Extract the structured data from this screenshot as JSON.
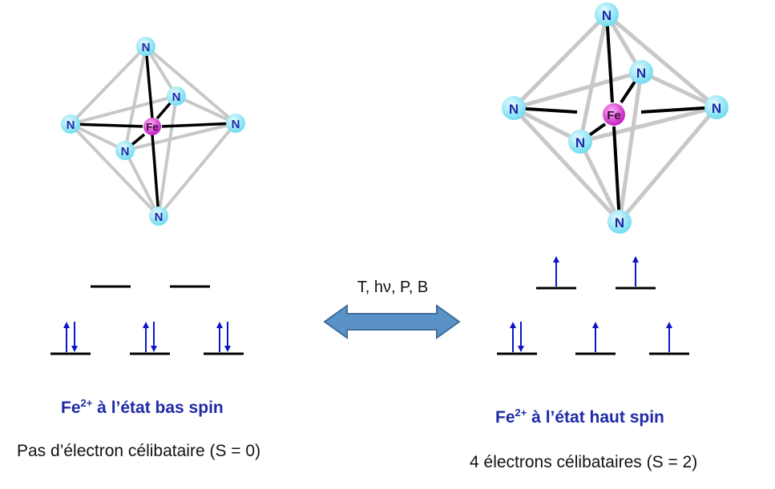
{
  "atoms": {
    "metal": "Fe",
    "ligand": "N"
  },
  "colors": {
    "ligand_fill": "#7fe3f5",
    "metal_fill": "#d630d0",
    "electron_arrow": "#0b16c8",
    "double_arrow_fill": "#5b92c6",
    "double_arrow_stroke": "#3f6f9f",
    "cage_edge": "#c8c8c8",
    "bond": "#000000"
  },
  "conditions_label": "T, hν, P, B",
  "low_spin": {
    "ion": "Fe",
    "charge": "2+",
    "state_text": " à l’état bas spin",
    "description": "Pas d’électron célibataire (S = 0)",
    "upper_levels": [
      {
        "electrons": ""
      },
      {
        "electrons": ""
      }
    ],
    "lower_levels": [
      {
        "electrons": "up-down"
      },
      {
        "electrons": "up-down"
      },
      {
        "electrons": "up-down"
      }
    ]
  },
  "high_spin": {
    "ion": "Fe",
    "charge": "2+",
    "state_text": " à l’état haut spin",
    "description": "4 électrons célibataires (S = 2)",
    "upper_levels": [
      {
        "electrons": "up"
      },
      {
        "electrons": "up"
      }
    ],
    "lower_levels": [
      {
        "electrons": "up-down"
      },
      {
        "electrons": "up"
      },
      {
        "electrons": "up"
      }
    ]
  }
}
